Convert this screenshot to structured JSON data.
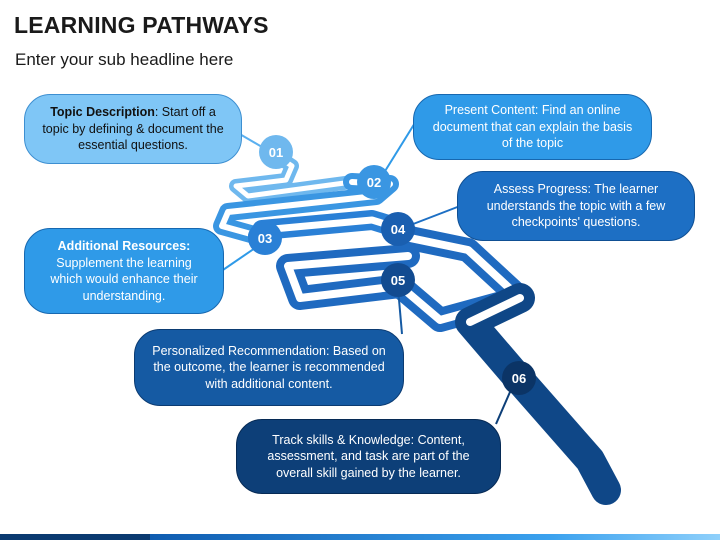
{
  "header": {
    "title": "LEARNING PATHWAYS",
    "subtitle": "Enter your sub headline here"
  },
  "steps": [
    {
      "number": "01",
      "label": "Topic Description",
      "text": ": Start off a topic by defining & document the essential questions."
    },
    {
      "number": "02",
      "label": "",
      "text": "Present Content: Find an online document that can explain the basis of the topic"
    },
    {
      "number": "03",
      "label": "Additional Resources:",
      "text": " Supplement the learning which would enhance their understanding."
    },
    {
      "number": "04",
      "label": "",
      "text": "Assess Progress: The learner understands the topic with a few checkpoints' questions."
    },
    {
      "number": "05",
      "label": "",
      "text": "Personalized Recommendation: Based on the outcome, the learner is recommended with additional content."
    },
    {
      "number": "06",
      "label": "",
      "text": "Track skills & Knowledge: Content, assessment, and task are part of the overall skill gained by the learner."
    }
  ],
  "colors": {
    "step1": "#7fc6f6",
    "step2": "#2f9ae8",
    "step3": "#2f9ae8",
    "step4": "#1d6fc4",
    "step5": "#155aa3",
    "step6": "#0d3f78"
  }
}
